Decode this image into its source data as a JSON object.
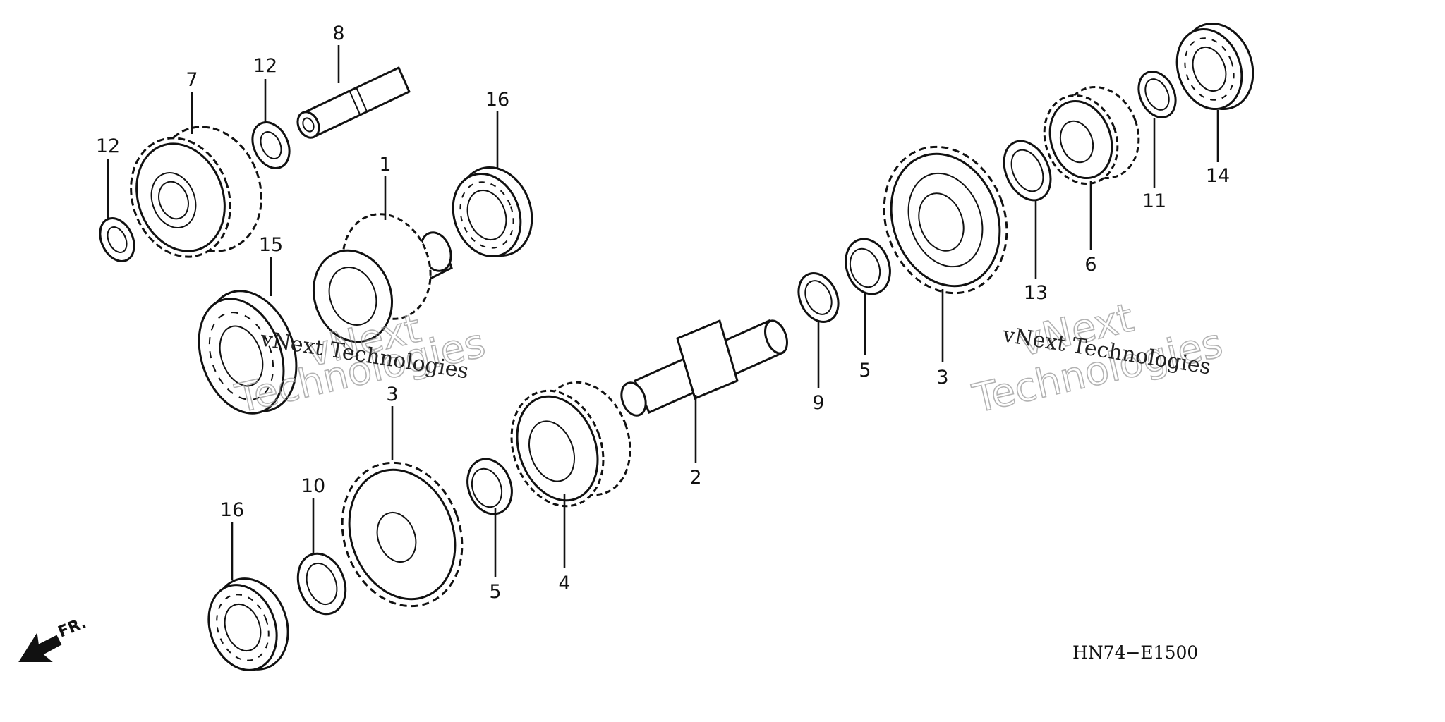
{
  "diagram": {
    "callouts": {
      "p1": "1",
      "p2": "2",
      "p3a": "3",
      "p3b": "3",
      "p4": "4",
      "p5a": "5",
      "p5b": "5",
      "p6": "6",
      "p7": "7",
      "p8": "8",
      "p9": "9",
      "p10": "10",
      "p11": "11",
      "p12a": "12",
      "p12b": "12",
      "p13": "13",
      "p14": "14",
      "p15": "15",
      "p16a": "16",
      "p16b": "16"
    },
    "diagram_code": "HN74−E1500",
    "direction_label": "FR.",
    "watermark": {
      "line1": "vNext Technologies",
      "brand_a": "vNext",
      "brand_b": "Technologies"
    }
  }
}
